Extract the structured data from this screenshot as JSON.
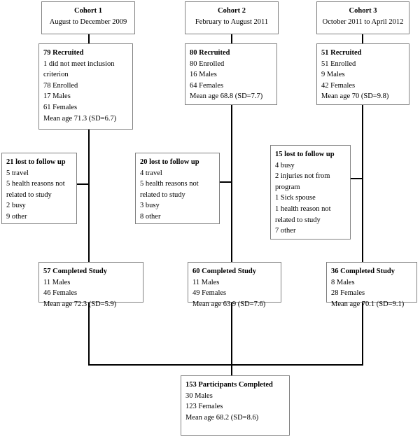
{
  "cohorts": [
    {
      "title": "Cohort 1",
      "dates": "August to December 2009",
      "recruited": {
        "heading": "79 Recruited",
        "lines": [
          "1 did not meet inclusion",
          "criterion",
          "78 Enrolled",
          "17 Males",
          "61 Females",
          "Mean age 71.3 (SD=6.7)"
        ]
      },
      "lost": {
        "heading": "21 lost to follow up",
        "lines": [
          "5 travel",
          "5 health reasons not",
          "related to study",
          "2 busy",
          "9 other"
        ]
      },
      "completed": {
        "heading": "57 Completed Study",
        "lines": [
          "11 Males",
          "46 Females",
          "Mean age 72.3 (SD=5.9)"
        ]
      }
    },
    {
      "title": "Cohort 2",
      "dates": "February to August 2011",
      "recruited": {
        "heading": "80 Recruited",
        "lines": [
          "80 Enrolled",
          "16 Males",
          "64 Females",
          "Mean age 68.8 (SD=7.7)"
        ]
      },
      "lost": {
        "heading": "20 lost to follow up",
        "lines": [
          "4 travel",
          "5 health reasons not",
          "related to study",
          "3 busy",
          "8 other"
        ]
      },
      "completed": {
        "heading": "60 Completed Study",
        "lines": [
          "11 Males",
          "49 Females",
          "Mean age 63.9 (SD=7.6)"
        ]
      }
    },
    {
      "title": "Cohort 3",
      "dates": "October 2011 to April 2012",
      "recruited": {
        "heading": "51 Recruited",
        "lines": [
          "51 Enrolled",
          "9 Males",
          "42 Females",
          "Mean age 70 (SD=9.8)"
        ]
      },
      "lost": {
        "heading": "15 lost to follow up",
        "lines": [
          "4 busy",
          "2 injuries not from",
          "program",
          "1 Sick spouse",
          "1 health reason not",
          "related to study",
          "7 other"
        ]
      },
      "completed": {
        "heading": "36 Completed Study",
        "lines": [
          "8 Males",
          "28 Females",
          "Mean age 70.1 (SD=9.1)"
        ]
      }
    }
  ],
  "total": {
    "heading": "153 Participants Completed",
    "lines": [
      "30 Males",
      "123 Females",
      "Mean age 68.2 (SD=8.6)"
    ]
  }
}
